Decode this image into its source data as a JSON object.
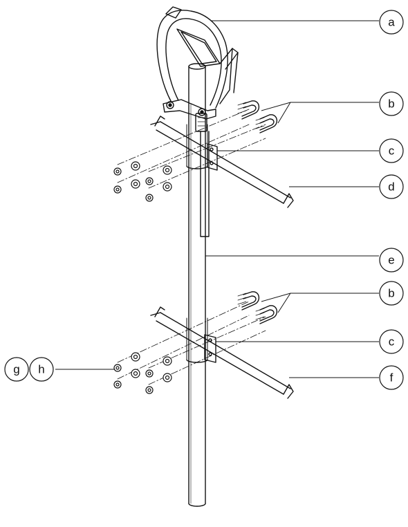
{
  "callouts": {
    "a": "a",
    "b1": "b",
    "c1": "c",
    "d": "d",
    "e": "e",
    "b2": "b",
    "c2": "c",
    "f": "f",
    "g": "g",
    "h": "h"
  },
  "colors": {
    "ink": "#111111",
    "paper": "#ffffff"
  }
}
